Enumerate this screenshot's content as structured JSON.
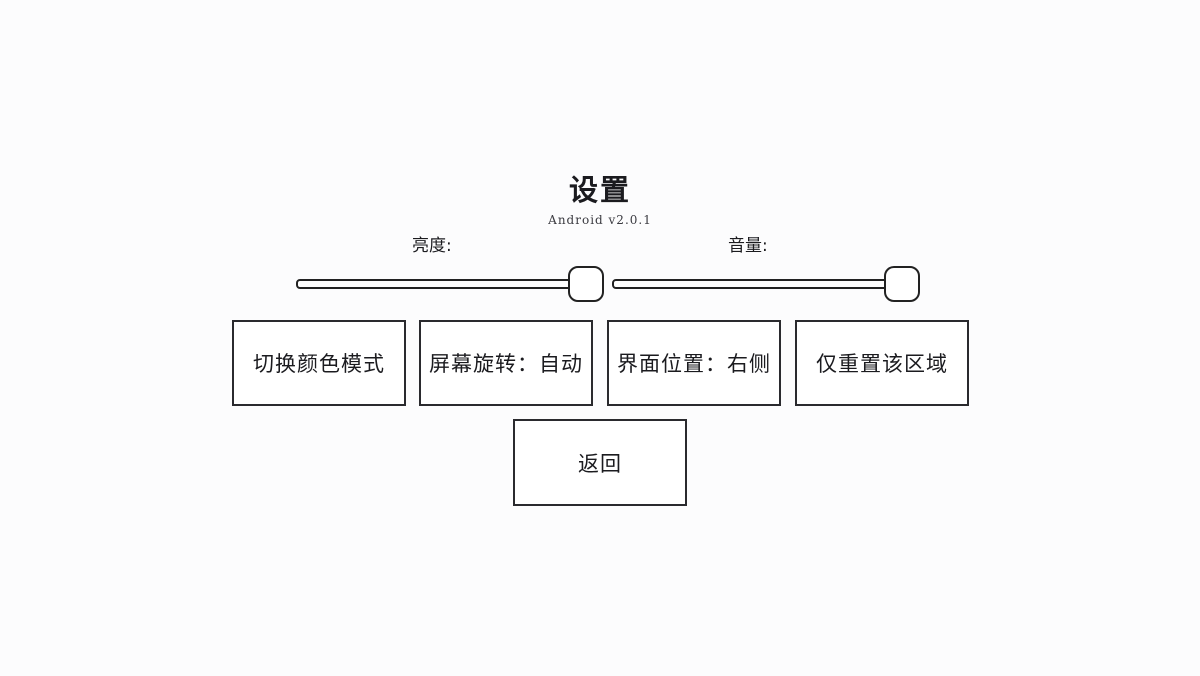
{
  "header": {
    "title": "设置",
    "version": "Android v2.0.1"
  },
  "sliders": {
    "brightness": {
      "label": "亮度:",
      "value": 1.0
    },
    "volume": {
      "label": "音量:",
      "value": 1.0
    }
  },
  "buttons": {
    "color_mode": "切换颜色模式",
    "rotation": "屏幕旋转：自动",
    "position": "界面位置：右侧",
    "reset_area": "仅重置该区域",
    "back": "返回"
  }
}
